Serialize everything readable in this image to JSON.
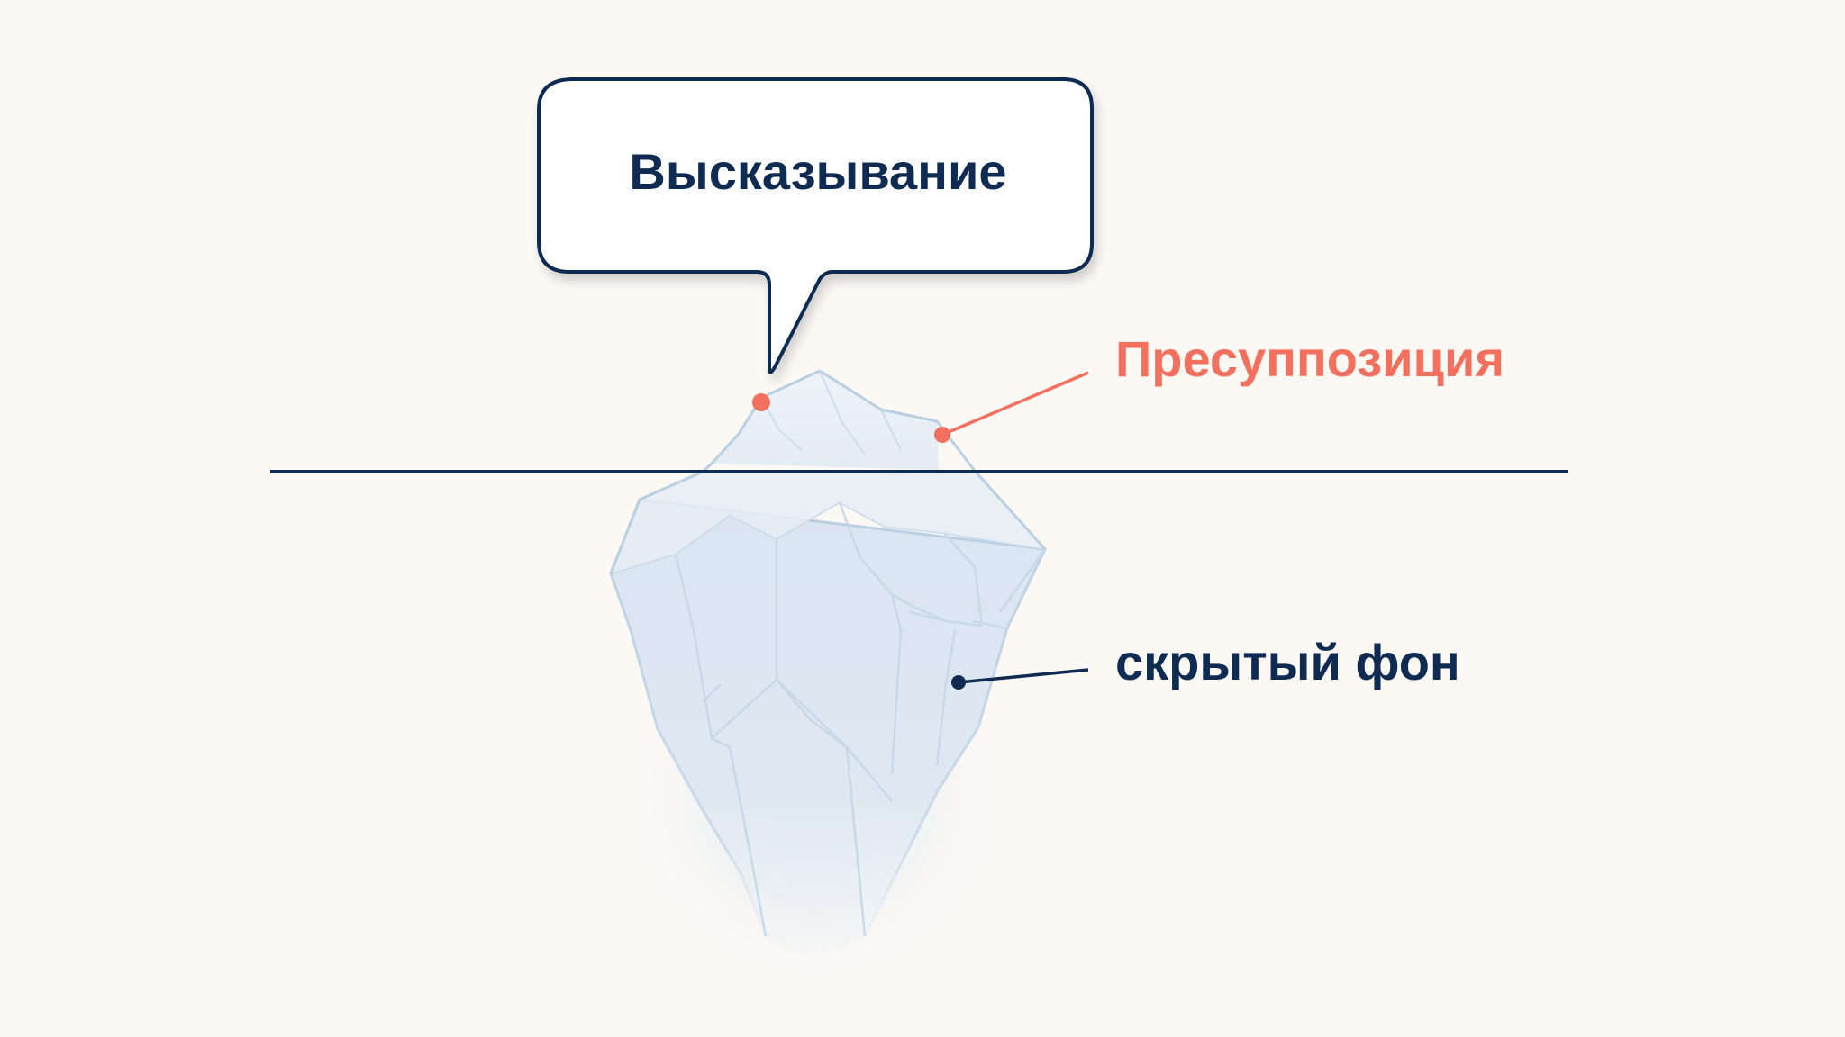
{
  "speech_bubble": {
    "text": "Высказывание"
  },
  "labels": {
    "presupposition": "Пресуппозиция",
    "hidden_background": "скрытый фон"
  },
  "colors": {
    "background": "#fcf9f5",
    "navy": "#0f2b52",
    "coral": "#f2705d",
    "ice_fill": "#dde8f2",
    "ice_edge": "#b9cfe2"
  }
}
